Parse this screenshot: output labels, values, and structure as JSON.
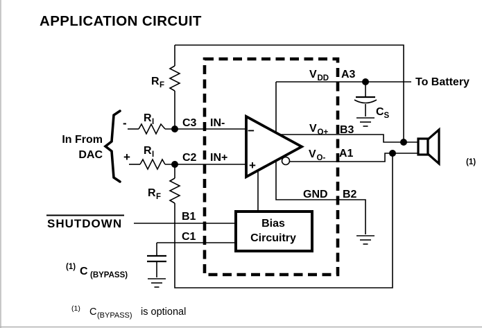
{
  "title": "APPLICATION CIRCUIT",
  "colors": {
    "ink": "#000000",
    "page_border": "#b0b0b0"
  },
  "left": {
    "in_from": "In From",
    "dac": "DAC",
    "neg_sign": "-",
    "pos_sign": "+",
    "shutdown": "SHUTDOWN"
  },
  "components": {
    "rf_top": {
      "name": "R",
      "sub": "F"
    },
    "ri_top": {
      "name": "R",
      "sub": "I"
    },
    "ri_bottom": {
      "name": "R",
      "sub": "I"
    },
    "rf_bottom": {
      "name": "R",
      "sub": "F"
    },
    "cs": {
      "name": "C",
      "sub": "S"
    },
    "c_bypass": {
      "ref": "(1)",
      "name": "C",
      "sub": "(BYPASS)"
    },
    "speaker_ref": "(1)"
  },
  "ic": {
    "opamp": {
      "minus": "−",
      "plus": "+"
    },
    "bias_line1": "Bias",
    "bias_line2": "Circuitry",
    "pins": {
      "in_neg": {
        "ball": "C3",
        "name": "IN-"
      },
      "in_pos": {
        "ball": "C2",
        "name": "IN+"
      },
      "vdd": {
        "ball": "A3",
        "name": "V",
        "sub": "DD"
      },
      "vo_pos": {
        "ball": "B3",
        "name": "V",
        "sub": "O+"
      },
      "vo_neg": {
        "ball": "A1",
        "name": "V",
        "sub": "O-"
      },
      "gnd": {
        "ball": "B2",
        "name": "GND"
      },
      "shutdown": {
        "ball": "B1"
      },
      "bypass": {
        "ball": "C1"
      }
    }
  },
  "right": {
    "to_battery": "To Battery"
  },
  "footnote": {
    "ref": "(1)",
    "cap": "C",
    "cap_sub": "(BYPASS)",
    "text": "is optional"
  }
}
